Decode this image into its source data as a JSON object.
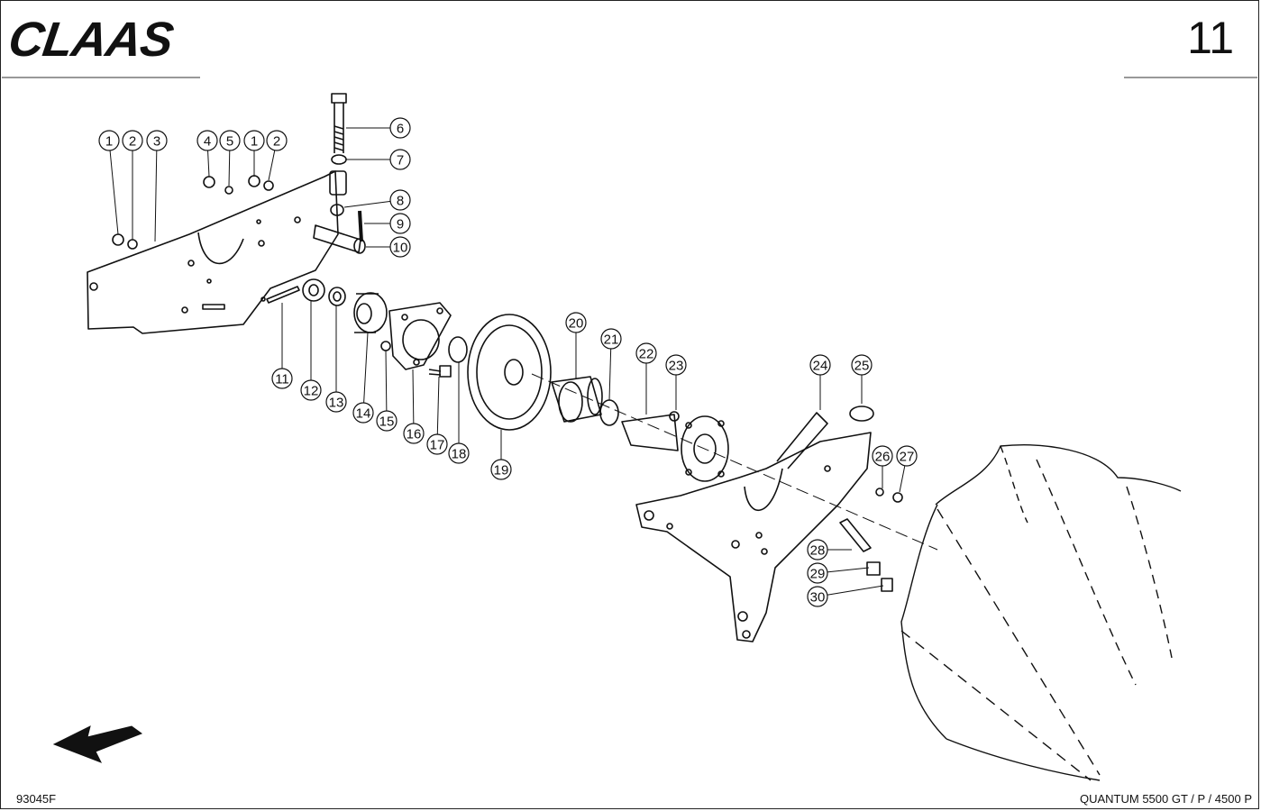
{
  "header": {
    "brand": "CLAAS",
    "page_number": "11"
  },
  "footer": {
    "drawing_number": "93045F",
    "model": "QUANTUM  5500 GT / P / 4500 P"
  },
  "callouts": [
    {
      "id": "c1a",
      "label": "1"
    },
    {
      "id": "c2a",
      "label": "2"
    },
    {
      "id": "c3",
      "label": "3"
    },
    {
      "id": "c4",
      "label": "4"
    },
    {
      "id": "c5",
      "label": "5"
    },
    {
      "id": "c1b",
      "label": "1"
    },
    {
      "id": "c2b",
      "label": "2"
    },
    {
      "id": "c6",
      "label": "6"
    },
    {
      "id": "c7",
      "label": "7"
    },
    {
      "id": "c8",
      "label": "8"
    },
    {
      "id": "c9",
      "label": "9"
    },
    {
      "id": "c10",
      "label": "10"
    },
    {
      "id": "c11",
      "label": "11"
    },
    {
      "id": "c12",
      "label": "12"
    },
    {
      "id": "c13",
      "label": "13"
    },
    {
      "id": "c14",
      "label": "14"
    },
    {
      "id": "c15",
      "label": "15"
    },
    {
      "id": "c16",
      "label": "16"
    },
    {
      "id": "c17",
      "label": "17"
    },
    {
      "id": "c18",
      "label": "18"
    },
    {
      "id": "c19",
      "label": "19"
    },
    {
      "id": "c20",
      "label": "20"
    },
    {
      "id": "c21",
      "label": "21"
    },
    {
      "id": "c22",
      "label": "22"
    },
    {
      "id": "c23",
      "label": "23"
    },
    {
      "id": "c24",
      "label": "24"
    },
    {
      "id": "c25",
      "label": "25"
    },
    {
      "id": "c26",
      "label": "26"
    },
    {
      "id": "c27",
      "label": "27"
    },
    {
      "id": "c28",
      "label": "28"
    },
    {
      "id": "c29",
      "label": "29"
    },
    {
      "id": "c30",
      "label": "30"
    }
  ]
}
